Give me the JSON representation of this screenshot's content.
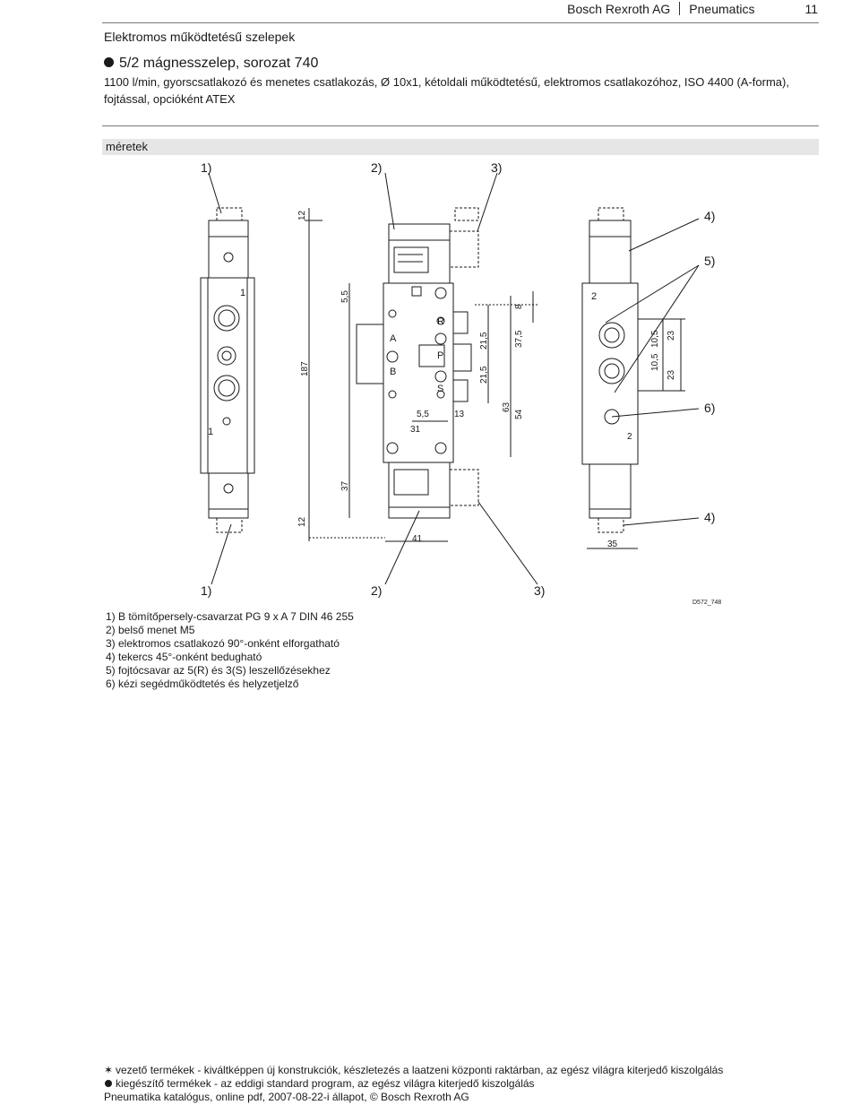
{
  "header": {
    "company": "Bosch Rexroth AG",
    "category": "Pneumatics",
    "page_number": "11"
  },
  "section_title": "Elektromos működtetésű szelepek",
  "product": {
    "title": "5/2 mágnesszelep, sorozat 740",
    "description": "1100 l/min, gyorscsatlakozó és menetes csatlakozás, Ø 10x1, kétoldali működtetésű, elektromos csatlakozóhoz, ISO 4400 (A-forma), fojtással, opcióként ATEX"
  },
  "drawing": {
    "bar_label": "méretek",
    "drawing_id": "D572_748",
    "callouts": {
      "c1": "1)",
      "c2": "2)",
      "c3": "3)",
      "c4": "4)",
      "c5": "5)",
      "c6": "6)"
    },
    "port_labels": {
      "A": "A",
      "B": "B",
      "R": "R",
      "P": "P",
      "S": "S",
      "one": "1",
      "two": "2"
    },
    "dimensions": {
      "d12": "12",
      "d187": "187",
      "d37": "37",
      "d5_5": "5,5",
      "d31": "31",
      "d13": "13",
      "d41": "41",
      "d21_5": "21,5",
      "d63": "63",
      "d54": "54",
      "d37_5": "37,5",
      "d8": "8",
      "d10_5": "10,5",
      "d23": "23",
      "d35": "35",
      "d2": "2"
    }
  },
  "notes": [
    "1) B tömítőpersely-csavarzat PG 9 x A 7 DIN 46 255",
    "2) belső menet M5",
    "3) elektromos csatlakozó 90°-onként elforgatható",
    "4) tekercs 45°-onként bedugható",
    "5) fojtócsavar az 5(R) és 3(S) leszellőzésekhez",
    "6) kézi segédműködtetés és helyzetjelző"
  ],
  "footer": {
    "line1_symbol": "✶",
    "line1": "vezető termékek - kiváltképpen új konstrukciók, készletezés a laatzeni központi raktárban, az egész világra kiterjedő kiszolgálás",
    "line2": "kiegészítő termékek - az eddigi standard program, az egész világra kiterjedő kiszolgálás",
    "line3": "Pneumatika katalógus, online pdf, 2007-08-22-i állapot, © Bosch Rexroth AG"
  }
}
